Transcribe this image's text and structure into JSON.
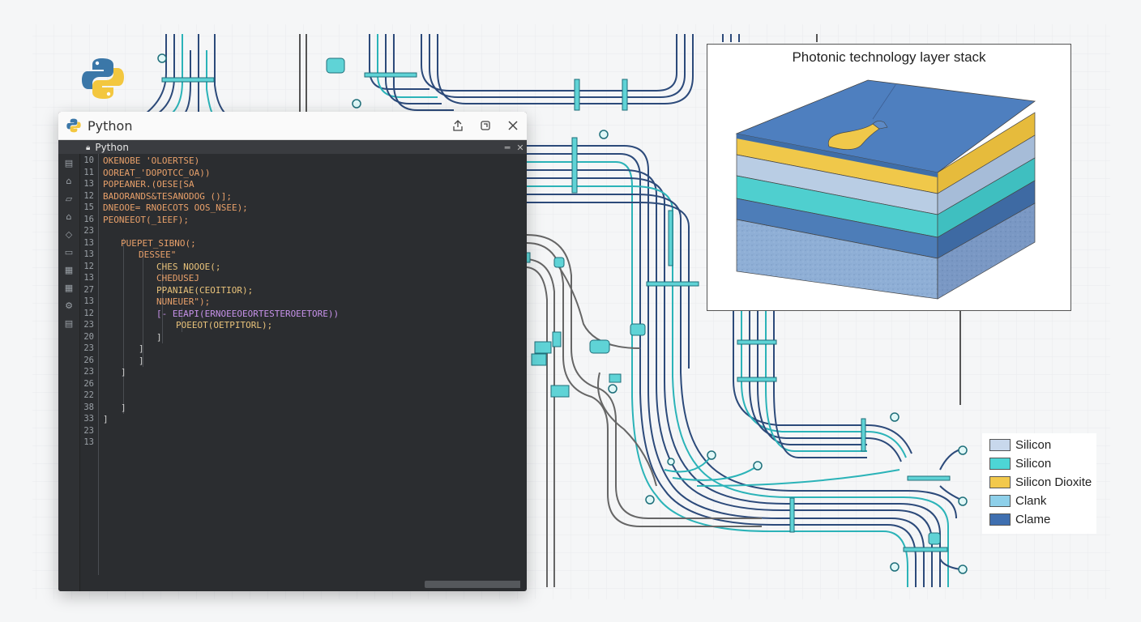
{
  "window": {
    "title": "Python",
    "tab_label": "Python",
    "controls": [
      "share-icon",
      "restore-icon",
      "close-icon"
    ]
  },
  "editor": {
    "lines": [
      {
        "n": "10",
        "text": "OKENOBE 'OLOERTSE)",
        "indent": 0,
        "color": "#e8a06a"
      },
      {
        "n": "11",
        "text": "OOREAT_'DOPOTCC_OA))",
        "indent": 0,
        "color": "#e8a06a"
      },
      {
        "n": "13",
        "text": "POPEANER.(OESE[SA",
        "indent": 0,
        "color": "#e8a06a"
      },
      {
        "n": "12",
        "text": "BADORANDS&TESANODOG ()];",
        "indent": 0,
        "color": "#e8a06a"
      },
      {
        "n": "15",
        "text": "DNEOOE= RNOECOTS OOS_NSEE);",
        "indent": 0,
        "color": "#e8a06a"
      },
      {
        "n": "16",
        "text": "PEONEEOT(_1EEF);",
        "indent": 0,
        "color": "#e8a06a"
      },
      {
        "n": "23",
        "text": "",
        "indent": 0,
        "color": "#e8a06a"
      },
      {
        "n": "13",
        "text": "PUEPET_SIBNO(;",
        "indent": 1,
        "color": "#e8a06a"
      },
      {
        "n": "13",
        "text": "DESSEE\"",
        "indent": 2,
        "color": "#e8a06a"
      },
      {
        "n": "12",
        "text": "CHES NOOOE(;",
        "indent": 3,
        "color": "#e8c27a"
      },
      {
        "n": "13",
        "text": "CHEDUSEJ",
        "indent": 3,
        "color": "#e8a06a"
      },
      {
        "n": "27",
        "text": "PPANIAE(CEOITIOR);",
        "indent": 3,
        "color": "#e8c27a"
      },
      {
        "n": "13",
        "text": "NUNEUER\");",
        "indent": 3,
        "color": "#e8a06a"
      },
      {
        "n": "12",
        "text": "[- EEAPI(ERNOEEOEORTESTEROEETORE))",
        "indent": 3,
        "color": "#c792ea"
      },
      {
        "n": "23",
        "text": "POEEOT(OETPITORL);",
        "indent": 4,
        "color": "#e8c27a"
      },
      {
        "n": "20",
        "text": "]",
        "indent": 3,
        "color": "#d0d0d0"
      },
      {
        "n": "23",
        "text": "]",
        "indent": 2,
        "color": "#d0d0d0"
      },
      {
        "n": "26",
        "text": "]",
        "indent": 2,
        "color": "#d0d0d0"
      },
      {
        "n": "23",
        "text": "]",
        "indent": 1,
        "color": "#d0d0d0"
      },
      {
        "n": "26",
        "text": "",
        "indent": 0,
        "color": "#d0d0d0"
      },
      {
        "n": "22",
        "text": "",
        "indent": 0,
        "color": "#d0d0d0"
      },
      {
        "n": "38",
        "text": "]",
        "indent": 1,
        "color": "#d0d0d0"
      },
      {
        "n": "33",
        "text": "]",
        "indent": 0,
        "color": "#d0d0d0"
      },
      {
        "n": "23",
        "text": "",
        "indent": 0,
        "color": "#d0d0d0"
      },
      {
        "n": "13",
        "text": "",
        "indent": 0,
        "color": "#d0d0d0"
      }
    ]
  },
  "sidebar": {
    "icons": [
      "explorer-icon",
      "home-icon",
      "inbox-icon",
      "house-icon",
      "tag-icon",
      "window-icon",
      "grid-icon",
      "blocks-icon",
      "settings-icon",
      "layout-icon"
    ]
  },
  "diagram": {
    "title": "Photonic technology layer stack",
    "layers_colors": {
      "top": "#4e7fbf",
      "yellow": "#f0c84a",
      "light_blue": "#b9cde4",
      "teal": "#4fcfcf",
      "mid_blue": "#4d7db8",
      "substrate": "#8fafd6"
    }
  },
  "legend": {
    "items": [
      {
        "label": "Silicon",
        "color": "#c8d8ec"
      },
      {
        "label": "Silicon",
        "color": "#4dd6d6"
      },
      {
        "label": "Silicon Dioxite",
        "color": "#f2c94c"
      },
      {
        "label": "Clank",
        "color": "#8ed0ea"
      },
      {
        "label": "Clame",
        "color": "#3f6fb0"
      }
    ]
  }
}
